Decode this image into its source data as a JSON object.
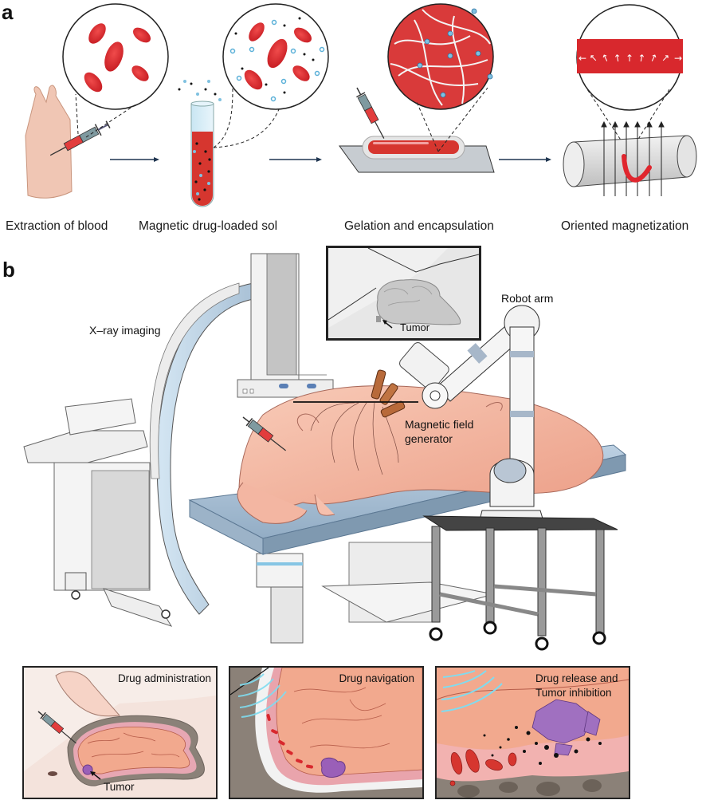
{
  "figure": {
    "panel_a": {
      "letter": "a",
      "steps": [
        {
          "label": "Extraction of blood"
        },
        {
          "label": "Magnetic drug-loaded sol"
        },
        {
          "label": "Gelation and encapsulation"
        },
        {
          "label": "Oriented magnetization"
        }
      ]
    },
    "panel_b": {
      "letter": "b",
      "callouts": {
        "xray": "X–ray imaging",
        "robot_arm": "Robot arm",
        "mag_field_line1": "Magnetic field",
        "mag_field_line2": "generator",
        "monitor_tumor": "Tumor"
      },
      "insets": [
        {
          "title": "Drug administration",
          "tumor_label": "Tumor"
        },
        {
          "title": "Drug navigation"
        },
        {
          "title_line1": "Drug release and",
          "title_line2": "Tumor inhibition"
        }
      ]
    },
    "colors": {
      "blood_red": "#d8282d",
      "magnet_blue": "#5ab0d8",
      "pig_pink": "#f3b6a2",
      "table_blue": "#a8bfd4",
      "tumor_purple": "#9a5fb8",
      "wave_cyan": "#6fd8ee"
    }
  }
}
